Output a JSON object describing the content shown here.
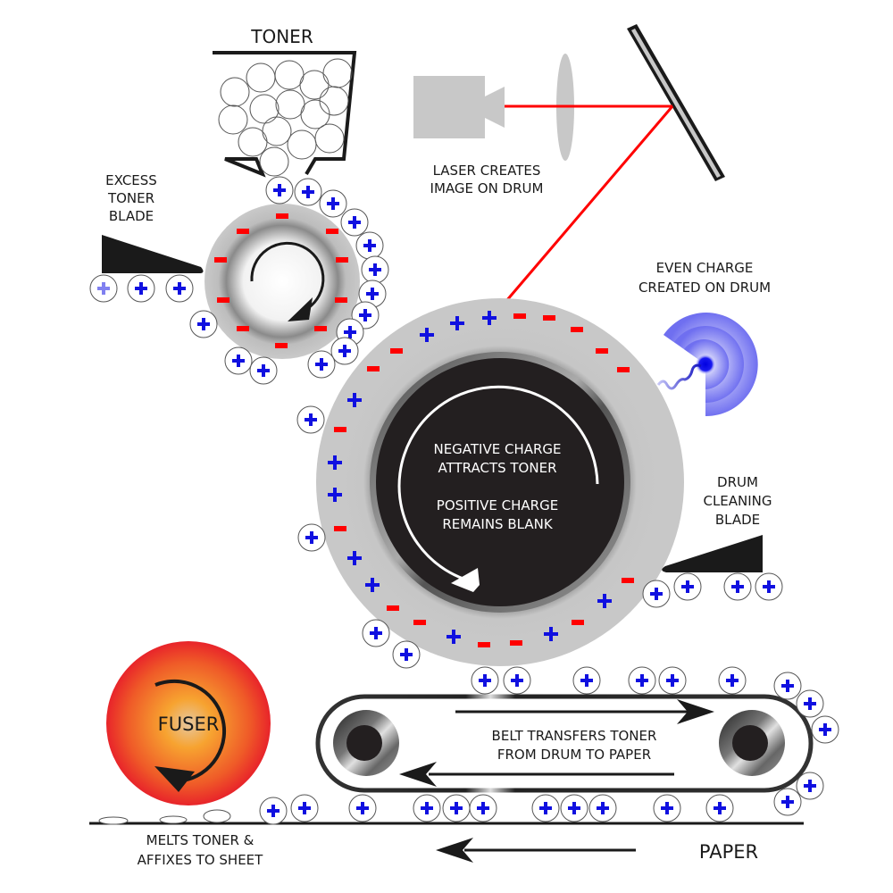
{
  "title": "Laser printer process",
  "labels": {
    "toner": "TONER",
    "laser_line1": "LASER CREATES",
    "laser_line2": "IMAGE ON DRUM",
    "excess_line1": "EXCESS",
    "excess_line2": "TONER",
    "excess_line3": "BLADE",
    "even_line1": "EVEN CHARGE",
    "even_line2": "CREATED ON DRUM",
    "drum_neg_line1": "NEGATIVE CHARGE",
    "drum_neg_line2": "ATTRACTS TONER",
    "drum_pos_line1": "POSITIVE CHARGE",
    "drum_pos_line2": "REMAINS BLANK",
    "cleaning_line1": "DRUM",
    "cleaning_line2": "CLEANING",
    "cleaning_line3": "BLADE",
    "fuser": "FUSER",
    "belt_line1": "BELT TRANSFERS TONER",
    "belt_line2": "FROM DRUM TO PAPER",
    "melts_line1": "MELTS TONER &",
    "melts_line2": "AFFIXES TO SHEET",
    "paper": "PAPER"
  },
  "components": [
    {
      "name": "toner-hopper",
      "label": "TONER"
    },
    {
      "name": "laser",
      "label": "LASER CREATES IMAGE ON DRUM"
    },
    {
      "name": "lens"
    },
    {
      "name": "mirror"
    },
    {
      "name": "developer-roller"
    },
    {
      "name": "excess-toner-blade",
      "label": "EXCESS TONER BLADE"
    },
    {
      "name": "photoreceptor-drum"
    },
    {
      "name": "charge-corona",
      "label": "EVEN CHARGE CREATED ON DRUM"
    },
    {
      "name": "drum-cleaning-blade",
      "label": "DRUM CLEANING BLADE"
    },
    {
      "name": "transfer-belt",
      "label": "BELT TRANSFERS TONER FROM DRUM TO PAPER"
    },
    {
      "name": "fuser",
      "label": "FUSER"
    },
    {
      "name": "paper",
      "label": "PAPER"
    }
  ],
  "colors": {
    "laser_beam": "#ff0000",
    "positive_charge": "#1010e0",
    "negative_charge": "#ff0000",
    "fuser_outer": "#e8242a",
    "fuser_inner": "#f7a330",
    "corona": "#6f6ff0",
    "drum_core": "#231f20",
    "drum_ring": "#c8c8c8"
  },
  "charge_symbols": {
    "positive": "+",
    "negative": "−"
  }
}
